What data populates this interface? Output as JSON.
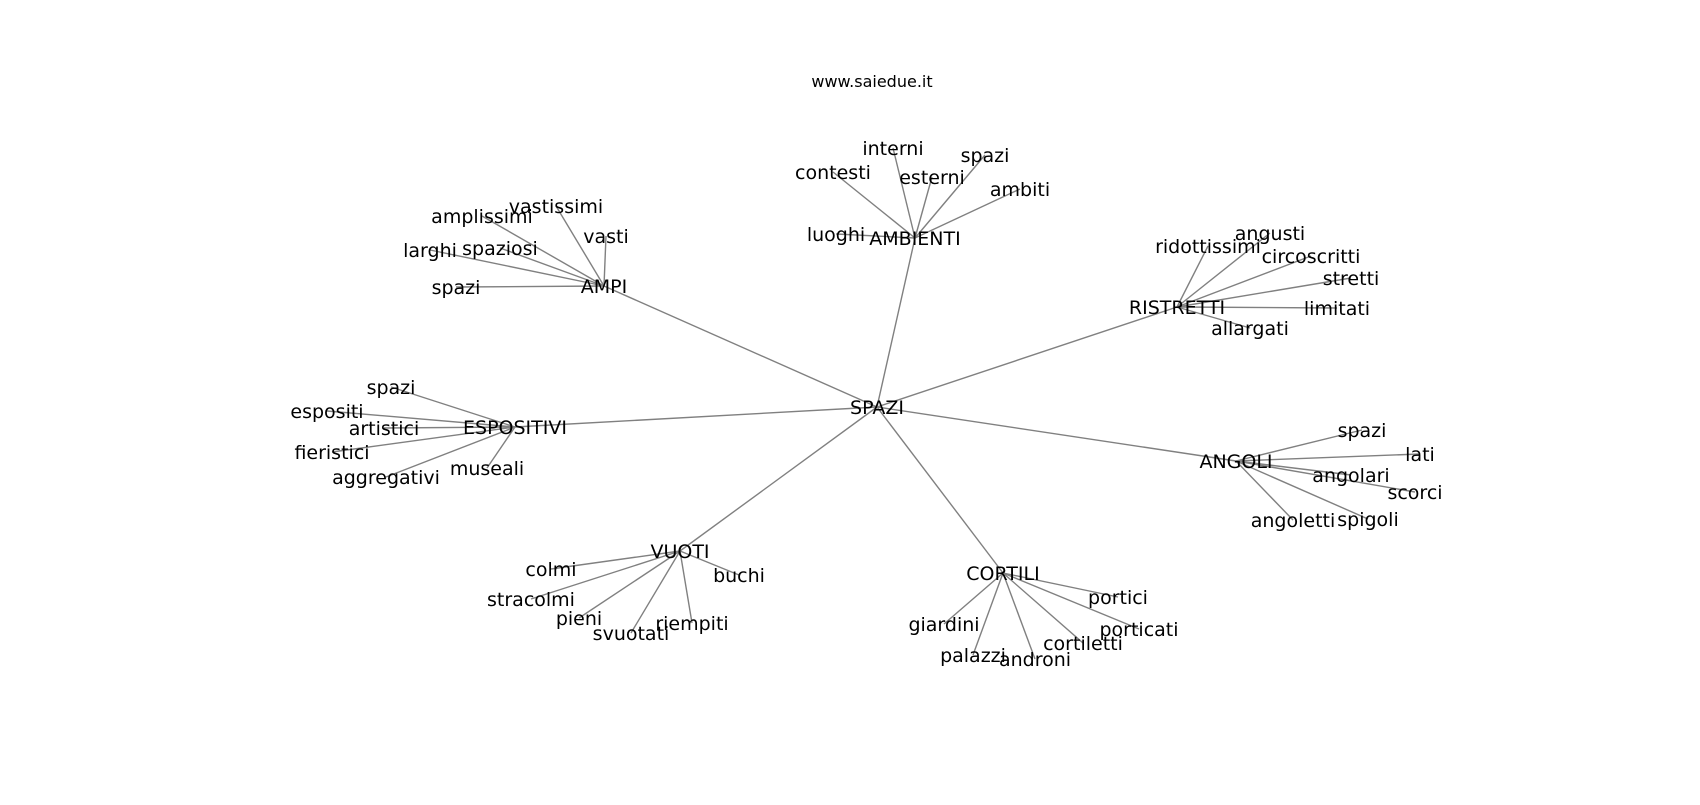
{
  "watermark": "www.saiedue.it",
  "colors": {
    "edge": "#808080",
    "text": "#000000",
    "background": "#ffffff"
  },
  "graph": {
    "root": "SPAZI",
    "branches": [
      {
        "key": "ambienti",
        "label": "AMBIENTI",
        "leaves": [
          "interni",
          "spazi",
          "contesti",
          "esterni",
          "ambiti",
          "luoghi"
        ]
      },
      {
        "key": "ampi",
        "label": "AMPI",
        "leaves": [
          "vastissimi",
          "amplissimi",
          "vasti",
          "larghi",
          "spaziosi",
          "spazi"
        ]
      },
      {
        "key": "ristretti",
        "label": "RISTRETTI",
        "leaves": [
          "angusti",
          "ridottissimi",
          "circoscritti",
          "stretti",
          "limitati",
          "allargati"
        ]
      },
      {
        "key": "espositivi",
        "label": "ESPOSITIVI",
        "leaves": [
          "spazi",
          "espositi",
          "artistici",
          "fieristici",
          "aggregativi",
          "museali"
        ]
      },
      {
        "key": "angoli",
        "label": "ANGOLI",
        "leaves": [
          "spazi",
          "lati",
          "angolari",
          "scorci",
          "angoletti",
          "spigoli"
        ]
      },
      {
        "key": "vuoti",
        "label": "VUOTI",
        "leaves": [
          "colmi",
          "buchi",
          "stracolmi",
          "pieni",
          "svuotati",
          "riempiti"
        ]
      },
      {
        "key": "cortili",
        "label": "CORTILI",
        "leaves": [
          "portici",
          "giardini",
          "porticati",
          "cortiletti",
          "palazzi",
          "androni"
        ]
      }
    ]
  }
}
